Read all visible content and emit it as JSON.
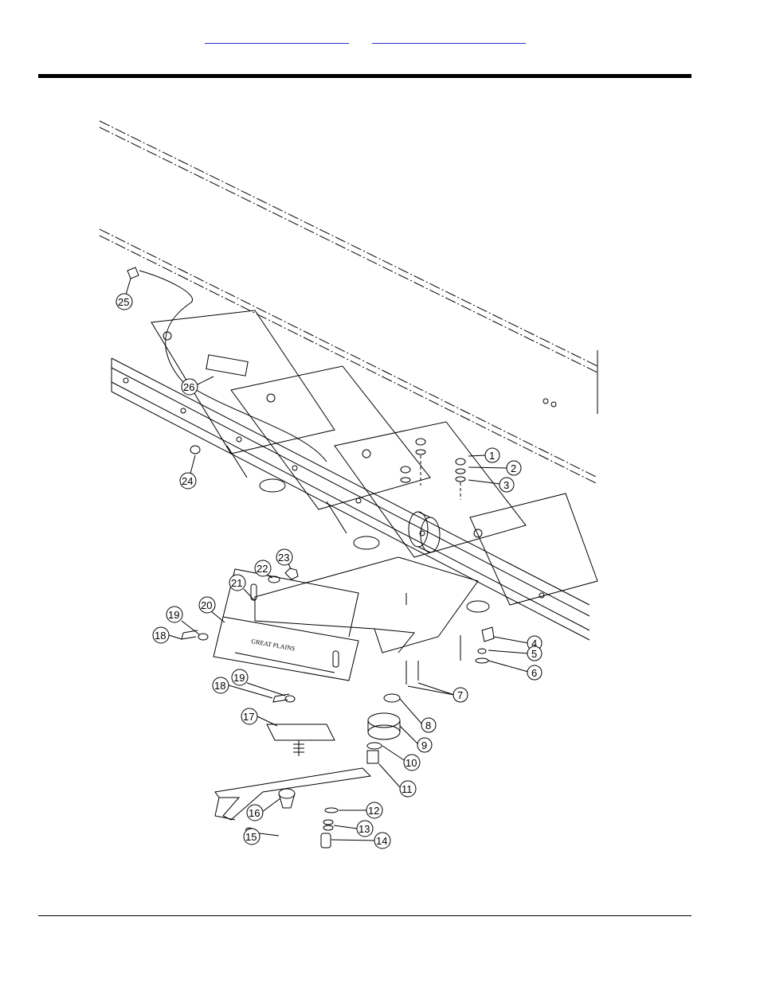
{
  "header": {
    "links": [
      {
        "text": ""
      },
      {
        "text": ""
      }
    ]
  },
  "figure": {
    "brand_text": "GREAT PLAINS",
    "callouts": [
      "1",
      "2",
      "3",
      "4",
      "5",
      "6",
      "7",
      "8",
      "9",
      "10",
      "11",
      "12",
      "13",
      "14",
      "15",
      "16",
      "17",
      "18",
      "18",
      "19",
      "19",
      "20",
      "21",
      "22",
      "23",
      "24",
      "25",
      "26"
    ]
  }
}
